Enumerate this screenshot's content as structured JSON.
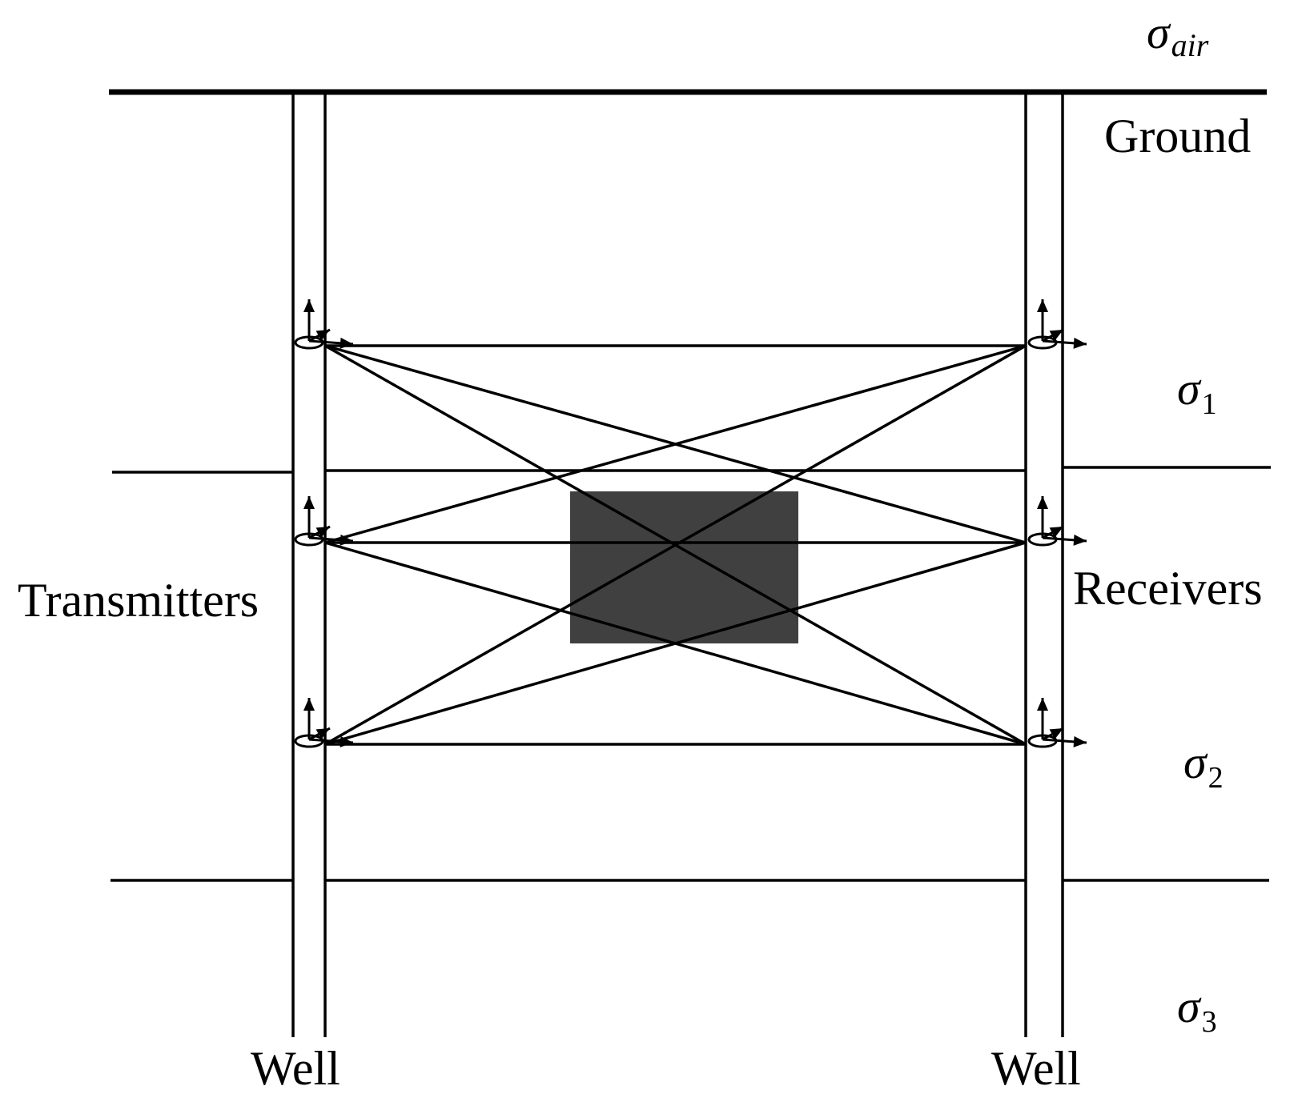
{
  "labels": {
    "sigma_air_symbol": "σ",
    "sigma_air_sub": "air",
    "ground": "Ground",
    "sigma1_symbol": "σ",
    "sigma1_sub": "1",
    "sigma2_symbol": "σ",
    "sigma2_sub": "2",
    "sigma3_symbol": "σ",
    "sigma3_sub": "3",
    "transmitters": "Transmitters",
    "receivers": "Receivers",
    "well_left": "Well",
    "well_right": "Well"
  },
  "colors": {
    "line": "#000000",
    "anomaly": "#404040",
    "background": "#ffffff"
  }
}
